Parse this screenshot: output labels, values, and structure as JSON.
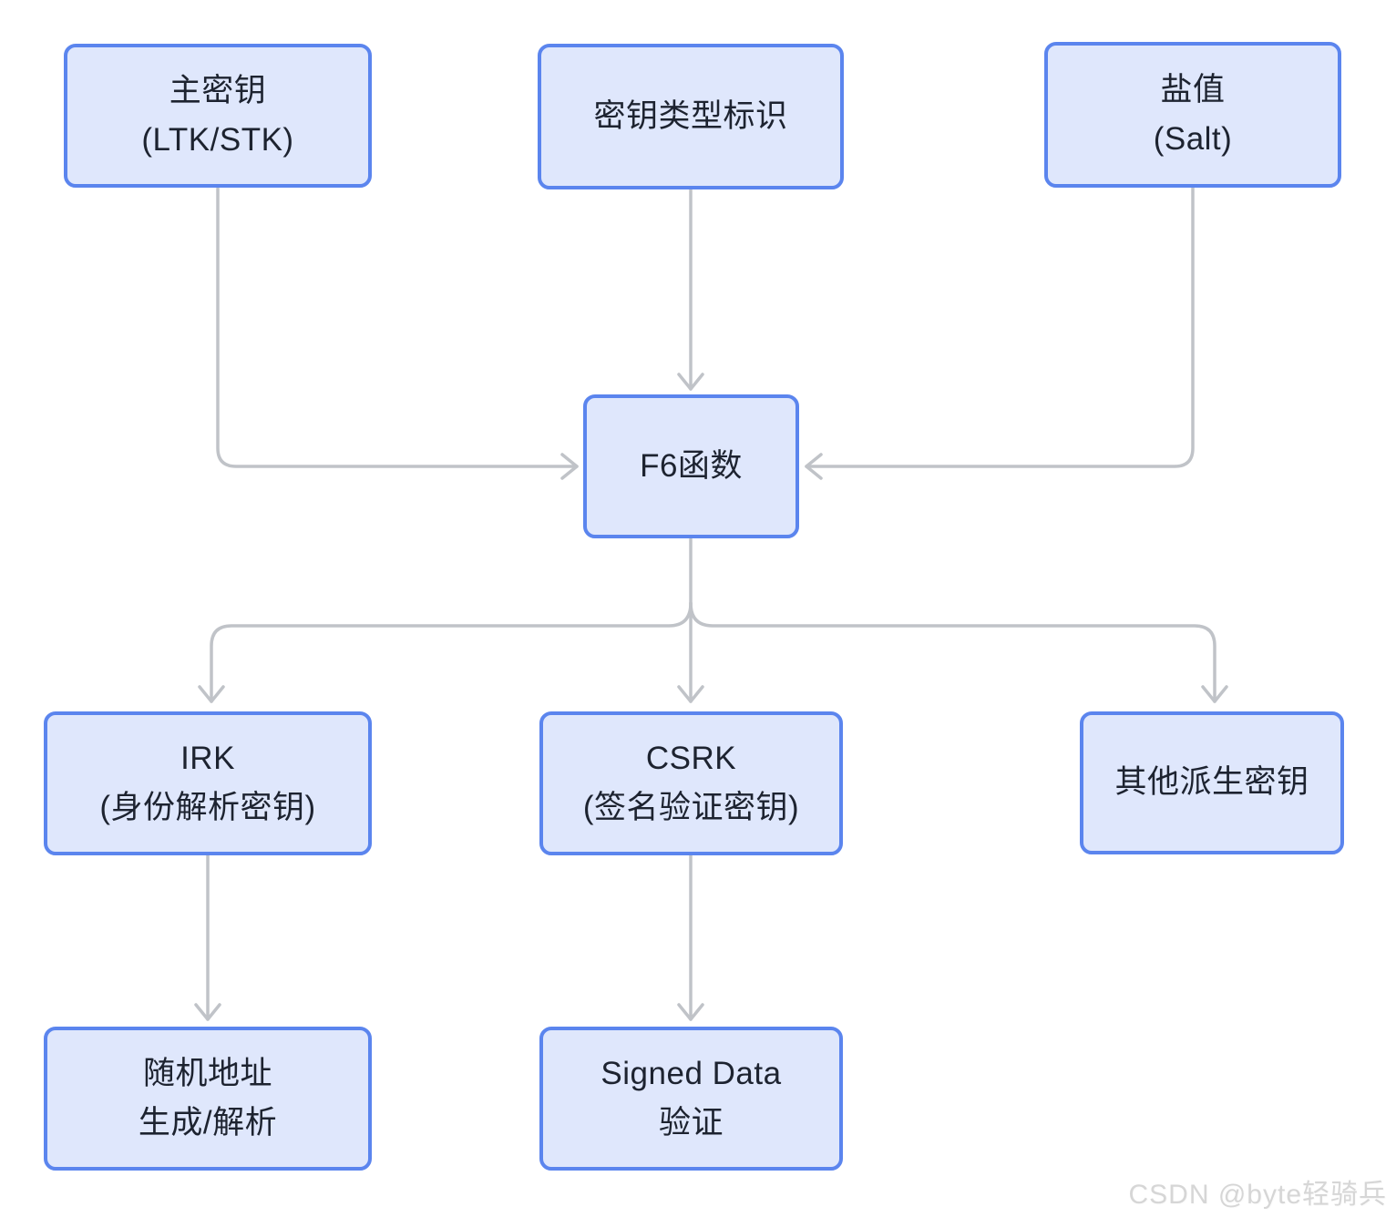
{
  "diagram": {
    "title_semantic": "F6 key derivation flow",
    "nodes": {
      "master_key": {
        "line1": "主密钥",
        "line2": "(LTK/STK)"
      },
      "key_type": {
        "line1": "密钥类型标识"
      },
      "salt": {
        "line1": "盐值",
        "line2": "(Salt)"
      },
      "f6": {
        "line1": "F6函数"
      },
      "irk": {
        "line1": "IRK",
        "line2": "(身份解析密钥)"
      },
      "csrk": {
        "line1": "CSRK",
        "line2": "(签名验证密钥)"
      },
      "other_keys": {
        "line1": "其他派生密钥"
      },
      "random_address": {
        "line1": "随机地址",
        "line2": "生成/解析"
      },
      "signed_data": {
        "line1": "Signed Data",
        "line2": "验证"
      }
    },
    "edges": [
      {
        "from": "master_key",
        "to": "f6"
      },
      {
        "from": "key_type",
        "to": "f6"
      },
      {
        "from": "salt",
        "to": "f6"
      },
      {
        "from": "f6",
        "to": "irk"
      },
      {
        "from": "f6",
        "to": "csrk"
      },
      {
        "from": "f6",
        "to": "other_keys"
      },
      {
        "from": "irk",
        "to": "random_address"
      },
      {
        "from": "csrk",
        "to": "signed_data"
      }
    ],
    "colors": {
      "bg": "#ffffff",
      "node_fill": "#dfe7fc",
      "node_border": "#5b85ee",
      "node_text": "#1d2330",
      "arrow": "#c0c3c8",
      "watermark": "#d6d6d6"
    }
  },
  "watermark": {
    "text": "CSDN @byte轻骑兵"
  }
}
